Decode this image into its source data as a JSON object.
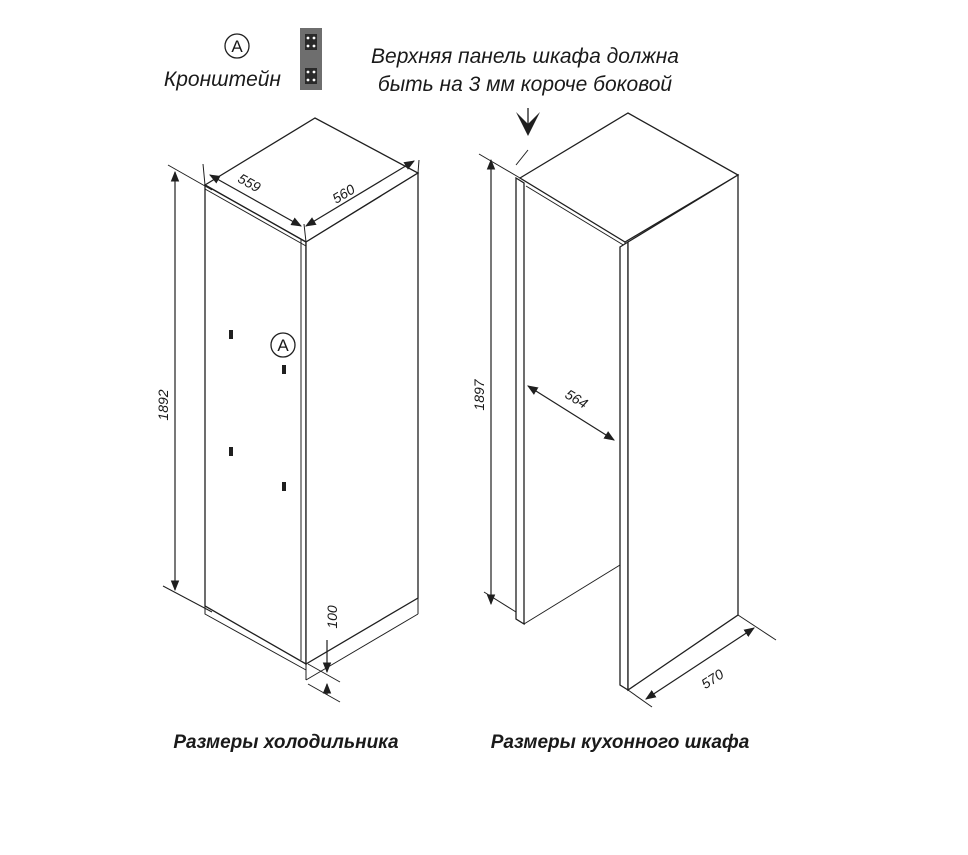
{
  "legend": {
    "marker_letter": "A",
    "bracket_label": "Кронштейн"
  },
  "note": {
    "line1": "Верхняя панель шкафа должна",
    "line2": "быть на 3 мм короче боковой"
  },
  "fridge": {
    "marker_letter": "A",
    "dim_depth": "559",
    "dim_width": "560",
    "dim_height": "1892",
    "dim_bottom": "100",
    "caption": "Размеры холодильника"
  },
  "cabinet": {
    "dim_height": "1897",
    "dim_inner_width": "564",
    "dim_depth": "570",
    "caption": "Размеры кухонного шкафа"
  }
}
